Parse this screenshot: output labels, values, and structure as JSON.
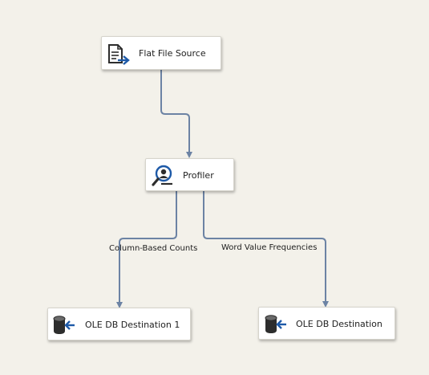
{
  "nodes": {
    "flat_file_source": {
      "label": "Flat File Source",
      "icon": "flat-file-source-icon"
    },
    "profiler": {
      "label": "Profiler",
      "icon": "profiler-icon"
    },
    "ole_db_destination_1": {
      "label": "OLE DB Destination 1",
      "icon": "ole-db-destination-icon"
    },
    "ole_db_destination": {
      "label": "OLE DB Destination",
      "icon": "ole-db-destination-icon"
    }
  },
  "edges": {
    "source_to_profiler": {
      "label": ""
    },
    "column_based_counts": {
      "label": "Column-Based Counts"
    },
    "word_value_frequencies": {
      "label": "Word Value Frequencies"
    }
  },
  "colors": {
    "canvas_background": "#f3f1ea",
    "connector": "#6c83a4",
    "icon_dark": "#2d2d2d",
    "icon_accent": "#1e5aa8"
  }
}
